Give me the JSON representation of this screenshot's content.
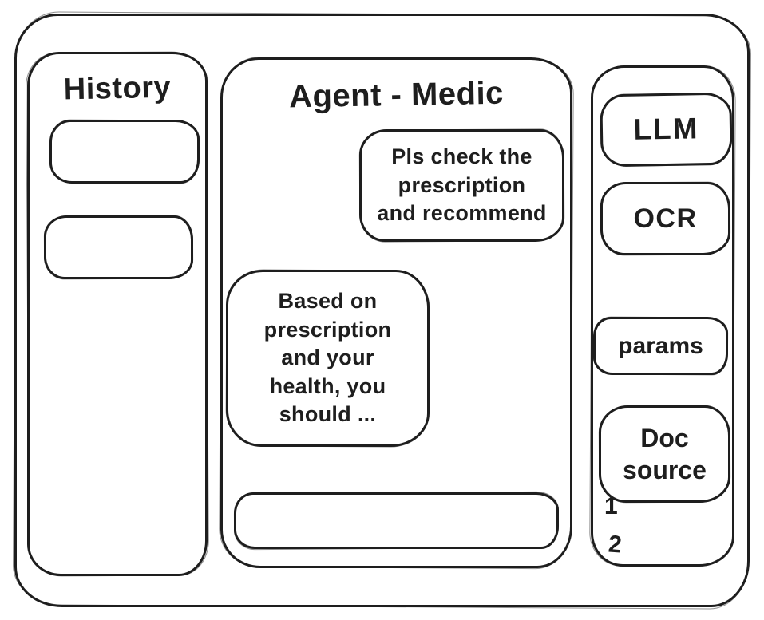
{
  "colors": {
    "ink": "#1e1e1e",
    "background": "#ffffff"
  },
  "history_sidebar": {
    "title": "History",
    "items": [
      {
        "label": ""
      },
      {
        "label": ""
      }
    ]
  },
  "chat_panel": {
    "title": "Agent - Medic",
    "messages": [
      {
        "role": "user",
        "text": "Pls check the\nprescription\nand recommend"
      },
      {
        "role": "assistant",
        "text": "Based on\nprescription\nand your\nhealth, you\nshould ..."
      }
    ],
    "input": {
      "value": "",
      "placeholder": ""
    }
  },
  "tools_sidebar": {
    "buttons": [
      {
        "label": "LLM"
      },
      {
        "label": "OCR"
      },
      {
        "label": "params"
      },
      {
        "label": "Doc source"
      }
    ],
    "doc_source_list": [
      "1",
      "2"
    ]
  }
}
